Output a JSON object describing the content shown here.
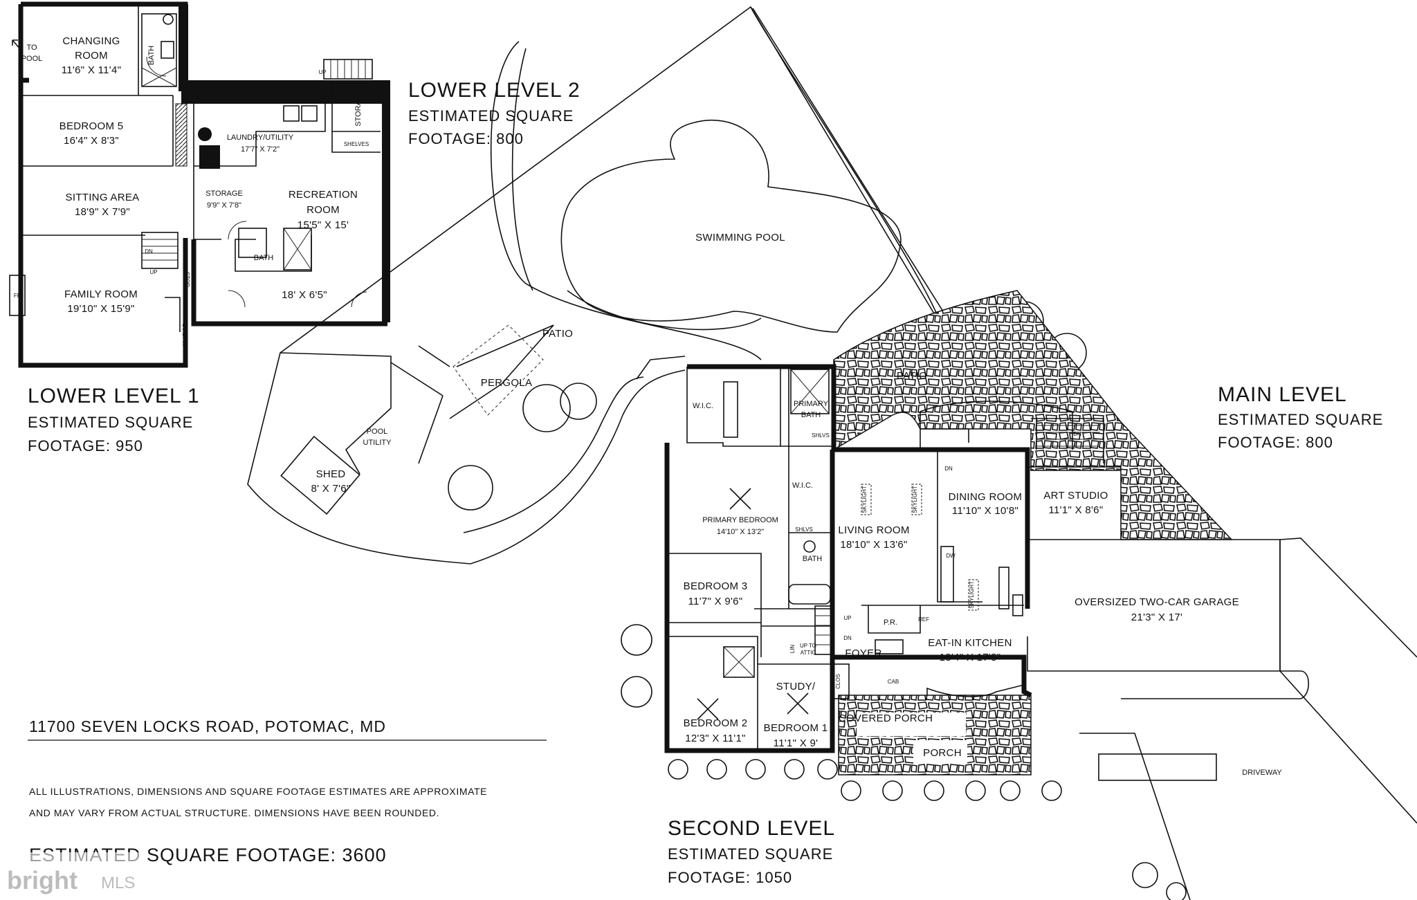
{
  "lower_level_2": {
    "title": "LOWER LEVEL 2",
    "line1": "ESTIMATED SQUARE",
    "line2": "FOOTAGE: 800",
    "rooms": {
      "to_pool_1": "TO",
      "to_pool_2": "POOL",
      "changing_1": "CHANGING",
      "changing_2": "ROOM",
      "changing_dim": "11'6\" X 11'4\"",
      "bath_top": "BATH",
      "laundry": "LAUNDRY/UTILITY",
      "laundry_dim": "17'7\" X 7'2\"",
      "storage_right": "STORAGE",
      "shelves": "SHELVES",
      "up": "UP",
      "storage": "STORAGE",
      "storage_dim": "9'9\" X 7'8\"",
      "recreation_1": "RECREATION",
      "recreation_2": "ROOM",
      "recreation_dim": "15'5\" X 15'",
      "bath": "BATH",
      "rec_dim2": "18' X 6'5\""
    }
  },
  "lower_level_1": {
    "title": "LOWER LEVEL 1",
    "line1": "ESTIMATED SQUARE",
    "line2": "FOOTAGE: 950",
    "rooms": {
      "bedroom5": "BEDROOM 5",
      "bedroom5_dim": "16'4\" X 8'3\"",
      "sitting": "SITTING AREA",
      "sitting_dim": "18'9\" X 7'9\"",
      "family": "FAMILY ROOM",
      "family_dim": "19'10\" X 15'9\"",
      "fp": "FP",
      "dn": "DN",
      "up": "UP",
      "stor": "STOR",
      "builtin": "BUILT-IN"
    }
  },
  "yard": {
    "swimming_pool": "SWIMMING POOL",
    "patio": "PATIO",
    "pergola": "PERGOLA",
    "pool_utility_1": "POOL",
    "pool_utility_2": "UTILITY",
    "shed": "SHED",
    "shed_dim": "8' X 7'6\"",
    "patio2": "PATIO",
    "driveway": "DRIVEWAY"
  },
  "main_level": {
    "title": "MAIN LEVEL",
    "line1": "ESTIMATED SQUARE",
    "line2": "FOOTAGE: 800",
    "rooms": {
      "living": "LIVING ROOM",
      "living_dim": "18'10\" X 13'6\"",
      "dining": "DINING ROOM",
      "dining_dim": "11'10\" X 10'8\"",
      "art": "ART STUDIO",
      "art_dim": "11'1\" X 8'6\"",
      "garage": "OVERSIZED TWO-CAR GARAGE",
      "garage_dim": "21'3\" X 17'",
      "kitchen": "EAT-IN KITCHEN",
      "kitchen_dim": "18'4\" X 17'8\"",
      "foyer": "FOYER",
      "pr": "P.R.",
      "ref": "REF",
      "dw": "DW",
      "cab": "CAB",
      "clos": "CLOS",
      "covered_porch": "COVERED PORCH",
      "porch": "PORCH",
      "skylight": "SKYLIGHT",
      "dn": "DN",
      "up": "UP"
    }
  },
  "second_level": {
    "title": "SECOND LEVEL",
    "line1": "ESTIMATED SQUARE",
    "line2": "FOOTAGE: 1050",
    "rooms": {
      "wic": "W.I.C.",
      "primary_bath_1": "PRIMARY",
      "primary_bath_2": "BATH",
      "shlvs": "SHLVS",
      "primary_bed": "PRIMARY BEDROOM",
      "primary_bed_dim": "14'10\" X 13'2\"",
      "bath": "BATH",
      "bedroom3": "BEDROOM 3",
      "bedroom3_dim": "11'7\" X 9'6\"",
      "bedroom2": "BEDROOM 2",
      "bedroom2_dim": "12'3\" X 11'1\"",
      "study_1": "STUDY/",
      "study_2": "BEDROOM 1",
      "study_dim": "11'1\" X 9'",
      "lin": "LIN",
      "attic_1": "UP TO",
      "attic_2": "ATTIC"
    }
  },
  "address": "11700 SEVEN LOCKS ROAD, POTOMAC, MD",
  "disclaimer_1": "ALL ILLUSTRATIONS, DIMENSIONS AND SQUARE FOOTAGE ESTIMATES ARE APPROXIMATE",
  "disclaimer_2": "AND MAY VARY FROM ACTUAL STRUCTURE. DIMENSIONS HAVE BEEN ROUNDED.",
  "total": "ESTIMATED SQUARE FOOTAGE: 3600",
  "watermark": {
    "brand": "bright",
    "suffix": "MLS"
  }
}
